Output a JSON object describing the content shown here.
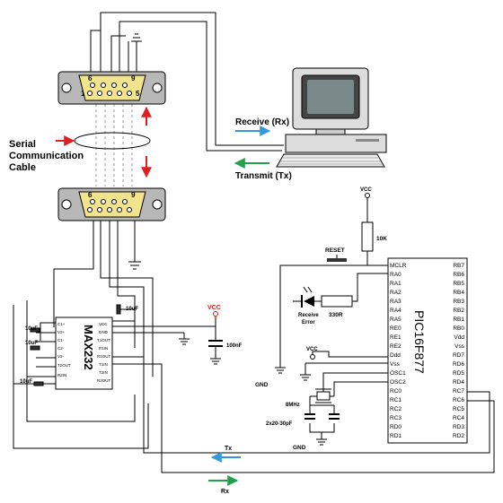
{
  "cable": {
    "label_line1": "Serial",
    "label_line2": "Communication",
    "label_line3": "Cable"
  },
  "db9_top": {
    "pins_top": [
      "6",
      "9"
    ],
    "pins_bottom": [
      "1",
      "5"
    ]
  },
  "db9_bottom": {
    "pins_top": [
      "6",
      "9"
    ]
  },
  "computer": {
    "receive_label": "Receive (Rx)",
    "transmit_label": "Transmit (Tx)"
  },
  "max232": {
    "name": "MAX232",
    "left_pins": [
      "C1+",
      "V2+",
      "C1-",
      "C2-",
      "V2-",
      "T2OUT",
      "R2IN"
    ],
    "right_pins": [
      "VCC",
      "GND",
      "T1OUT",
      "R1IN",
      "R1OUT",
      "T1IN",
      "T2IN",
      "R2OUT"
    ],
    "cap_top": "10uF",
    "cap_left1": "10uF",
    "cap_left2": "10uF",
    "cap_left3": "10uF",
    "decoupling_cap": "100nF"
  },
  "power": {
    "vcc1": "VCC",
    "vcc2": "VCC",
    "vcc3": "VCC",
    "gnd1": "GND",
    "gnd2": "GND"
  },
  "mcu": {
    "name": "PIC16F877",
    "left_pins": [
      "MCLR",
      "RA0",
      "RA1",
      "RA2",
      "RA3",
      "RA4",
      "RA5",
      "RE0",
      "RE1",
      "RE2",
      "Ddd",
      "Vss",
      "OSC1",
      "OSC2",
      "RC0",
      "RC1",
      "RC2",
      "RC3",
      "RD0",
      "RD1"
    ],
    "right_pins": [
      "RB7",
      "RB6",
      "RB5",
      "RB4",
      "RB3",
      "RB2",
      "RB1",
      "RB0",
      "Vdd",
      "Vss",
      "RD7",
      "RD6",
      "RD5",
      "RD4",
      "RC7",
      "RC6",
      "RC5",
      "RC4",
      "RD3",
      "RD2"
    ]
  },
  "components": {
    "pullup": "10K",
    "reset": "RESET",
    "led_resistor": "330R",
    "led_label1": "Receive",
    "led_label2": "Error",
    "crystal": "8MHz",
    "crystal_caps": "2x20-30pF"
  },
  "signals": {
    "tx": "Tx",
    "rx": "Rx"
  },
  "colors": {
    "red": "#e02020",
    "blue": "#3399dd",
    "green": "#22a04a",
    "connector": "#f2e48c"
  }
}
